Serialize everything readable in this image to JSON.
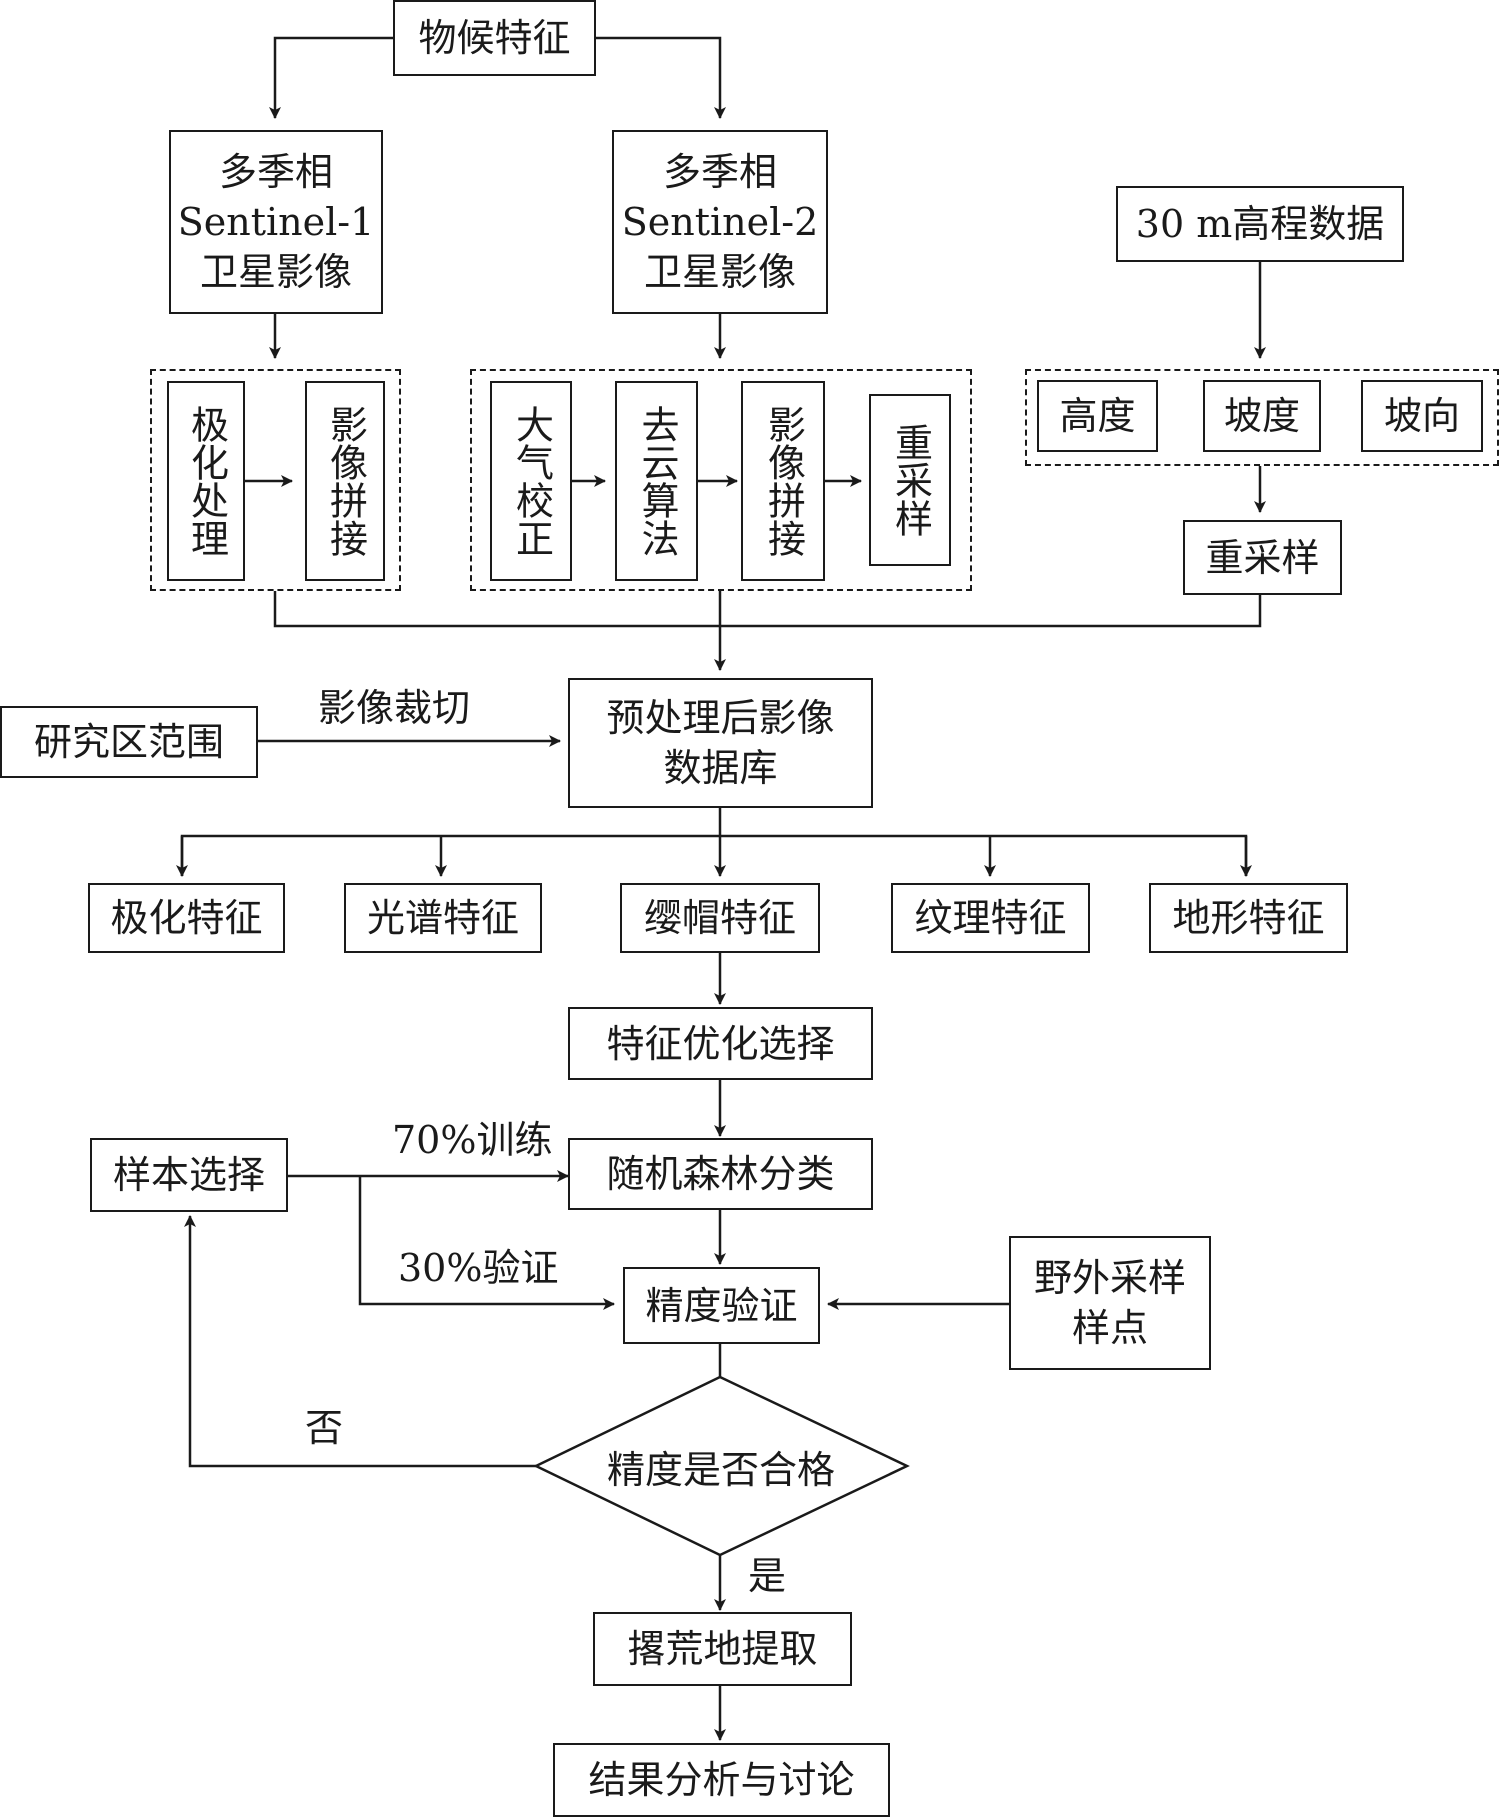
{
  "nodes": {
    "phenology": "物候特征",
    "s1_l1": "多季相",
    "s1_l2": "Sentinel-1",
    "s1_l3": "卫星影像",
    "s2_l1": "多季相",
    "s2_l2": "Sentinel-2",
    "s2_l3": "卫星影像",
    "dem": "30 m高程数据",
    "polar": "极化处理",
    "mosaic1": "影像拼接",
    "atmos": "大气校正",
    "cloud": "去云算法",
    "mosaic2": "影像拼接",
    "resample1": "重采样",
    "height": "高度",
    "slope": "坡度",
    "aspect": "坡向",
    "resample2": "重采样",
    "study_area": "研究区范围",
    "db_l1": "预处理后影像",
    "db_l2": "数据库",
    "f_polar": "极化特征",
    "f_spectral": "光谱特征",
    "f_tasseled": "缨帽特征",
    "f_texture": "纹理特征",
    "f_terrain": "地形特征",
    "feature_sel": "特征优化选择",
    "sample_sel": "样本选择",
    "rf": "随机森林分类",
    "accuracy": "精度验证",
    "field_l1": "野外采样",
    "field_l2": "样点",
    "qualified": "精度是否合格",
    "extract": "撂荒地提取",
    "result": "结果分析与讨论"
  },
  "edge_labels": {
    "crop": "影像裁切",
    "train": "70%训练",
    "validate": "30%验证",
    "no": "否",
    "yes": "是"
  }
}
